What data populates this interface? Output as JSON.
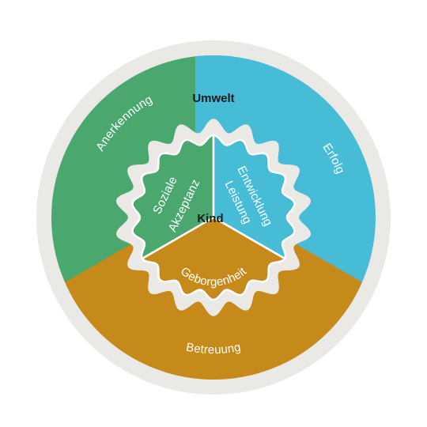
{
  "diagram": {
    "outer_label": "Umwelt",
    "center_label": "Kind",
    "colors": {
      "background": "#ebe9e6",
      "green": "#4aa86f",
      "blue": "#47bcd7",
      "gold": "#c58a1a"
    },
    "outer_segments": [
      {
        "id": "green",
        "label": "Anerkennung"
      },
      {
        "id": "blue",
        "label": "Erfolg"
      },
      {
        "id": "gold",
        "label": "Betreuung"
      }
    ],
    "inner_segments": [
      {
        "id": "green",
        "label_line1": "Soziale",
        "label_line2": "Akzeptanz"
      },
      {
        "id": "blue",
        "label_line1": "Entwicklung",
        "label_line2": "Leistung"
      },
      {
        "id": "gold",
        "label_line1": "Geborgenheit",
        "label_line2": ""
      }
    ]
  }
}
